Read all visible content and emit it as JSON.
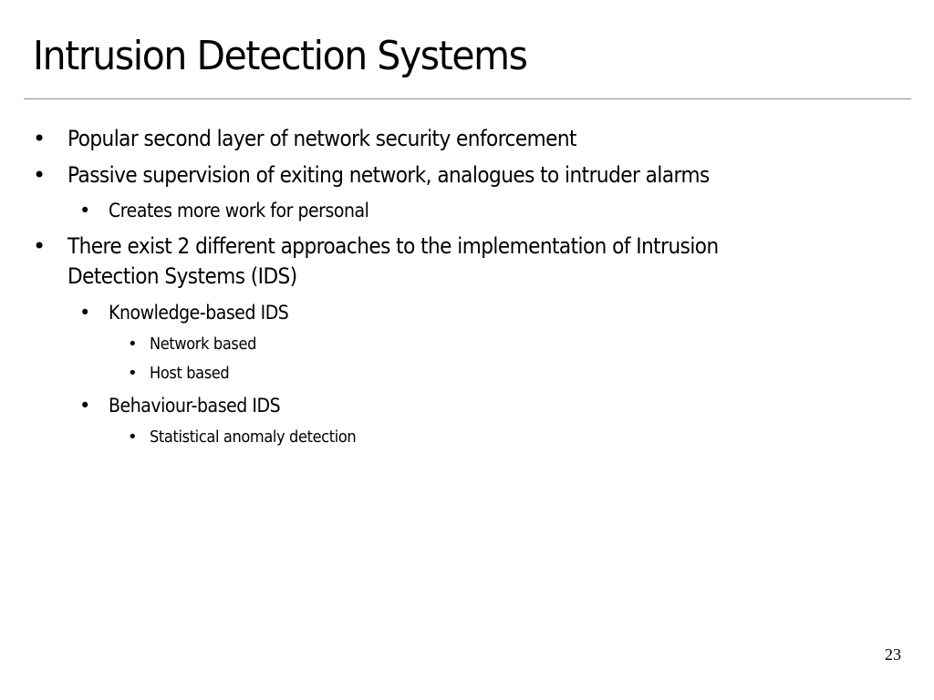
{
  "slide": {
    "title": "Intrusion Detection Systems",
    "bullets": [
      {
        "level": 1,
        "text": "Popular second layer of network security enforcement"
      },
      {
        "level": 1,
        "text": "Passive supervision of exiting network, analogues to intruder alarms"
      },
      {
        "level": 2,
        "text": "Creates more work for personal"
      },
      {
        "level": 1,
        "text": "There exist 2 different approaches to the implementation of Intrusion"
      },
      {
        "level": 1,
        "text": "Detection Systems (IDS)",
        "continuation": true
      },
      {
        "level": 2,
        "text": "Knowledge-based IDS"
      },
      {
        "level": 3,
        "text": "Network based"
      },
      {
        "level": 3,
        "text": "Host based"
      },
      {
        "level": 2,
        "text": "Behaviour-based IDS"
      },
      {
        "level": 3,
        "text": "Statistical anomaly detection"
      }
    ],
    "bullet_glyph": "•",
    "page_number": "23"
  }
}
